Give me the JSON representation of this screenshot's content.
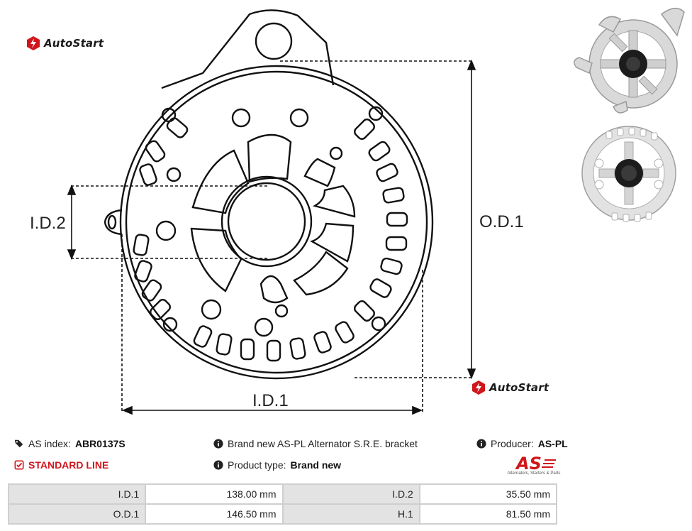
{
  "brand": {
    "name": "AutoStart"
  },
  "drawing": {
    "labels": {
      "id2": "I.D.2",
      "od1": "O.D.1",
      "id1": "I.D.1"
    }
  },
  "info": {
    "as_index_label": "AS index:",
    "as_index_value": "ABR0137S",
    "description": "Brand new AS-PL Alternator S.R.E. bracket",
    "producer_label": "Producer:",
    "producer_value": "AS-PL",
    "standard_line": "STANDARD LINE",
    "product_type_label": "Product type:",
    "product_type_value": "Brand new"
  },
  "as_logo": {
    "mark": "AS",
    "tagline": "Alternators, Starters & Parts"
  },
  "specs": [
    {
      "label": "I.D.1",
      "value": "138.00 mm",
      "label2": "I.D.2",
      "value2": "35.50 mm"
    },
    {
      "label": "O.D.1",
      "value": "146.50 mm",
      "label2": "H.1",
      "value2": "81.50 mm"
    }
  ],
  "icons": {
    "as_index": "tags-icon",
    "description": "info-circle-icon",
    "producer": "info-circle-icon",
    "standard_line": "check-square-icon",
    "product_type": "info-circle-icon"
  },
  "colors": {
    "accent_red": "#d0161b",
    "table_label_bg": "#e3e3e3",
    "table_border": "#cfcfcf"
  }
}
